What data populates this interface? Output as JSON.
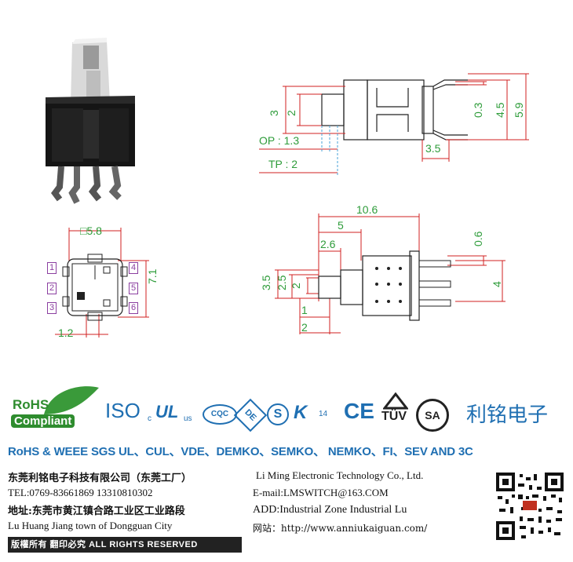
{
  "side_view": {
    "height_3": "3",
    "height_2": "2",
    "op": "OP : 1.3",
    "tp": "TP : 2",
    "pin_0_3": "0.3",
    "span_4_5": "4.5",
    "span_5_9": "5.9",
    "pin_3_5": "3.5"
  },
  "bottom_view": {
    "width": "□5.8",
    "height": "7.1",
    "pin_pitch": "1.2",
    "pins_left": [
      "1",
      "2",
      "3"
    ],
    "pins_right": [
      "4",
      "5",
      "6"
    ]
  },
  "front_view": {
    "total": "10.6",
    "five": "5",
    "two_six": "2.6",
    "zero_six": "0.6",
    "four": "4",
    "three_five": "3.5",
    "two_five": "2.5",
    "two_a": "2",
    "one": "1",
    "two_b": "2"
  },
  "certs": {
    "rohs_top": "RoHS",
    "rohs_bottom": "Compliant",
    "iso": "ISO",
    "ul": "UL",
    "ul_c": "c",
    "ul_us": "us",
    "cqc": "CQC",
    "de": "DE",
    "s": "S",
    "k": "K",
    "k_num": "14",
    "ce": "CE",
    "tuv": "TÜV",
    "sa": "SA",
    "brand": "利铭电子"
  },
  "cert_line": "RoHS & WEEE SGS UL、CUL、VDE、DEMKO、SEMKO、 NEMKO、FI、SEV AND 3C",
  "footer": {
    "company_cn": "东莞利铭电子科技有限公司（东莞工厂）",
    "tel": "TEL:0769-83661869    13310810302",
    "addr_cn": "地址:东莞市黄江镇合路工业区工业路段",
    "addr_en_left": "Lu Huang Jiang town of Dongguan City",
    "rights": "版權所有  翻印必究    ALL RIGHTS RESERVED",
    "company_en": "Li Ming Electronic Technology Co., Ltd.",
    "email": "E-mail:LMSWITCH@163.COM",
    "addr_en": "ADD:Industrial  Zone  Industrial  Lu",
    "website": "网站：http://www.anniukaiguan.com/"
  },
  "colors": {
    "dim_green": "#2e9c3a",
    "dim_red": "#d22020",
    "pin_purple": "#8b3fa0",
    "cert_blue": "#1f6fb2",
    "brand_blue": "#1f6fb2"
  }
}
